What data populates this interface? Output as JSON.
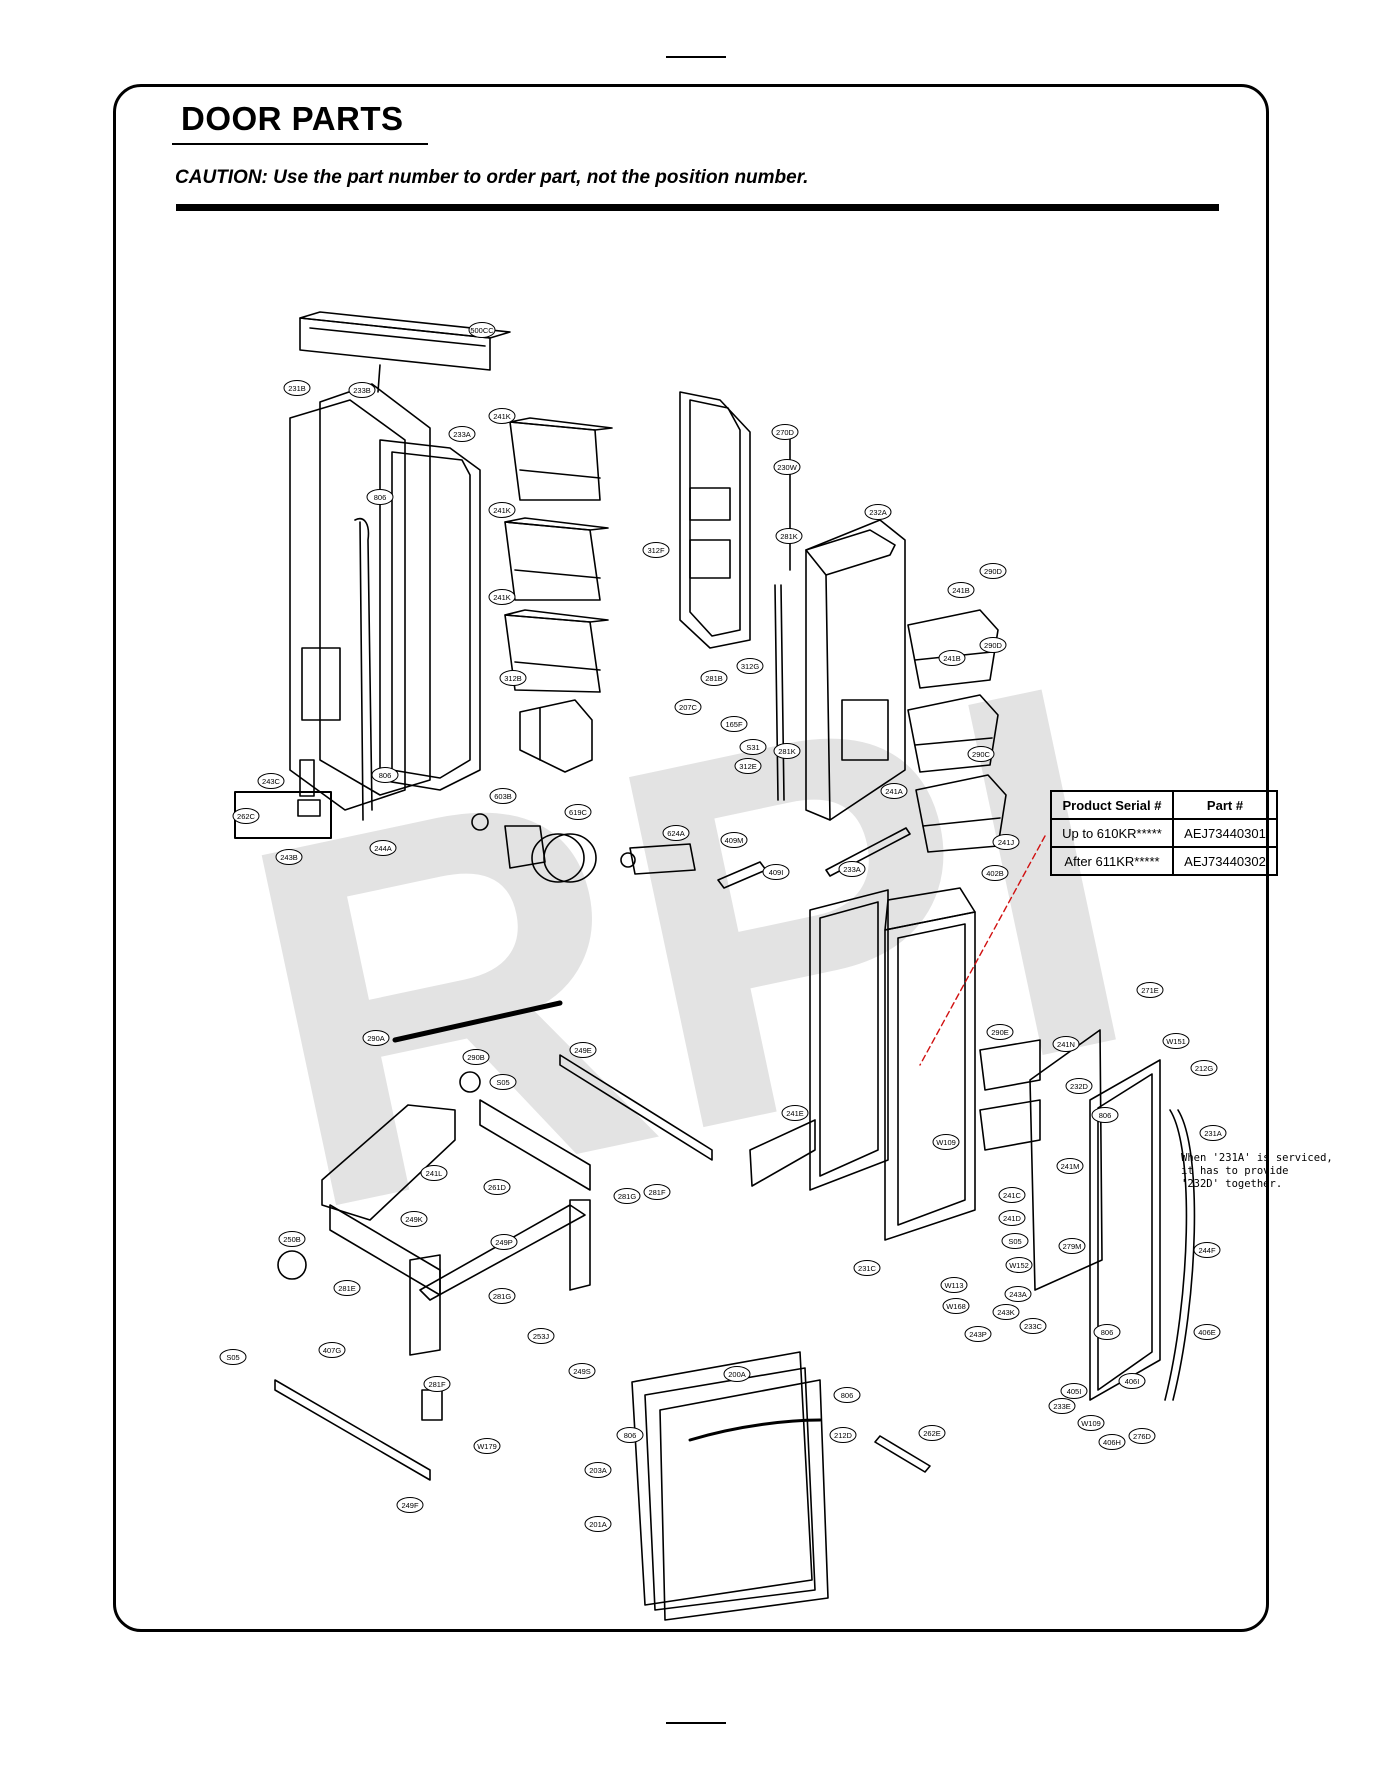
{
  "header": {
    "title": "DOOR PARTS",
    "caution": "CAUTION: Use the part number to order part, not the position number."
  },
  "watermark": "RPI",
  "serial_table": {
    "headers": [
      "Product Serial #",
      "Part #"
    ],
    "rows": [
      [
        "Up to 610KR*****",
        "AEJ73440301"
      ],
      [
        "After 611KR*****",
        "AEJ73440302"
      ]
    ]
  },
  "note": "When '231A' is serviced,\nit has to provide\n'232D' together.",
  "callouts": [
    "500CC",
    "231B",
    "233B",
    "233A",
    "241K",
    "241K",
    "241K",
    "806",
    "312B",
    "243C",
    "262C",
    "243B",
    "806",
    "244A",
    "603B",
    "619C",
    "270D",
    "230W",
    "281K",
    "232A",
    "312F",
    "241B",
    "290D",
    "290D",
    "241B",
    "290C",
    "312G",
    "281B",
    "207C",
    "165F",
    "S31",
    "312E",
    "281K",
    "624A",
    "409M",
    "409I",
    "241A",
    "241J",
    "402B",
    "233A",
    "271E",
    "W151",
    "212G",
    "290A",
    "290B",
    "S05",
    "249E",
    "241N",
    "290E",
    "232D",
    "806",
    "231A",
    "241E",
    "W109",
    "241M",
    "241L",
    "261D",
    "249K",
    "249P",
    "281G",
    "281F",
    "241C",
    "241D",
    "279M",
    "S05",
    "W152",
    "244F",
    "231C",
    "W113",
    "W168",
    "243A",
    "243K",
    "243P",
    "233C",
    "806",
    "406E",
    "250B",
    "281E",
    "281G",
    "253J",
    "249S",
    "405I",
    "406I",
    "233E",
    "W109",
    "406H",
    "276D",
    "S05",
    "407G",
    "281F",
    "W179",
    "200A",
    "806",
    "806",
    "212D",
    "262E",
    "203A",
    "201A",
    "249F"
  ],
  "colors": {
    "line": "#000000",
    "watermark": "#e3e3e3",
    "leader_red": "#d01010"
  }
}
